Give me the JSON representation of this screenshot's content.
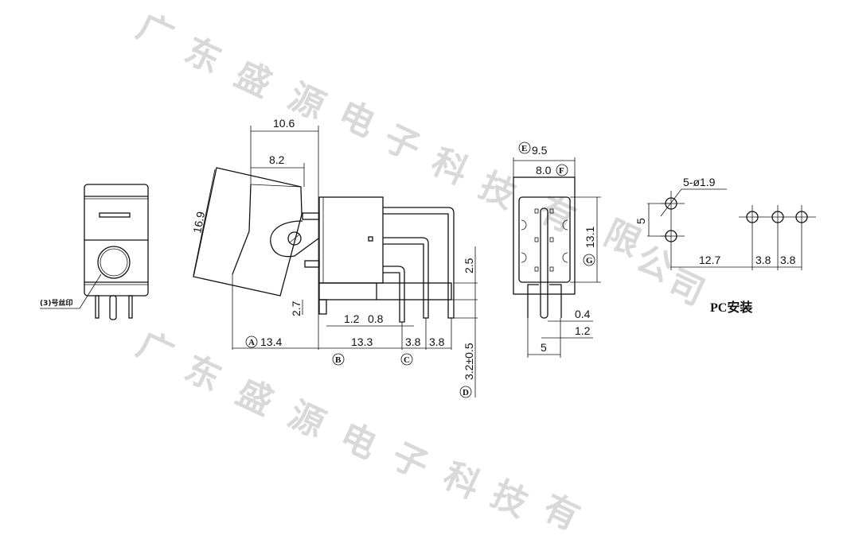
{
  "watermark": "广东盛源电子科技有限公司",
  "front_view": {
    "note": "(3)号丝印"
  },
  "side_view": {
    "dims": {
      "width_total": "10.6",
      "width_top": "8.2",
      "rocker_length": "16.9",
      "terminal_offset": "2.5",
      "tab_height": "2.7",
      "d_1_2": "1.2",
      "d_0_8": "0.8",
      "a_13_4": "13.4",
      "b_13_3": "13.3",
      "pitch1": "3.8",
      "pitch2": "3.8",
      "pin_length": "3.2±0.5"
    },
    "markers": {
      "a": "A",
      "b": "B",
      "c": "C",
      "d": "D"
    }
  },
  "end_view": {
    "dims": {
      "outer_width": "9.5",
      "inner_width": "8.0",
      "height": "13.1",
      "pin_thickness": "0.4",
      "pin_width": "1.2",
      "pin_span": "5"
    },
    "markers": {
      "e": "E",
      "f": "F",
      "g": "G"
    }
  },
  "pcb_layout": {
    "hole_spec": "5-ø1.9",
    "vertical_pitch": "5",
    "offset": "12.7",
    "pitch1": "3.8",
    "pitch2": "3.8",
    "title": "PC安装"
  }
}
